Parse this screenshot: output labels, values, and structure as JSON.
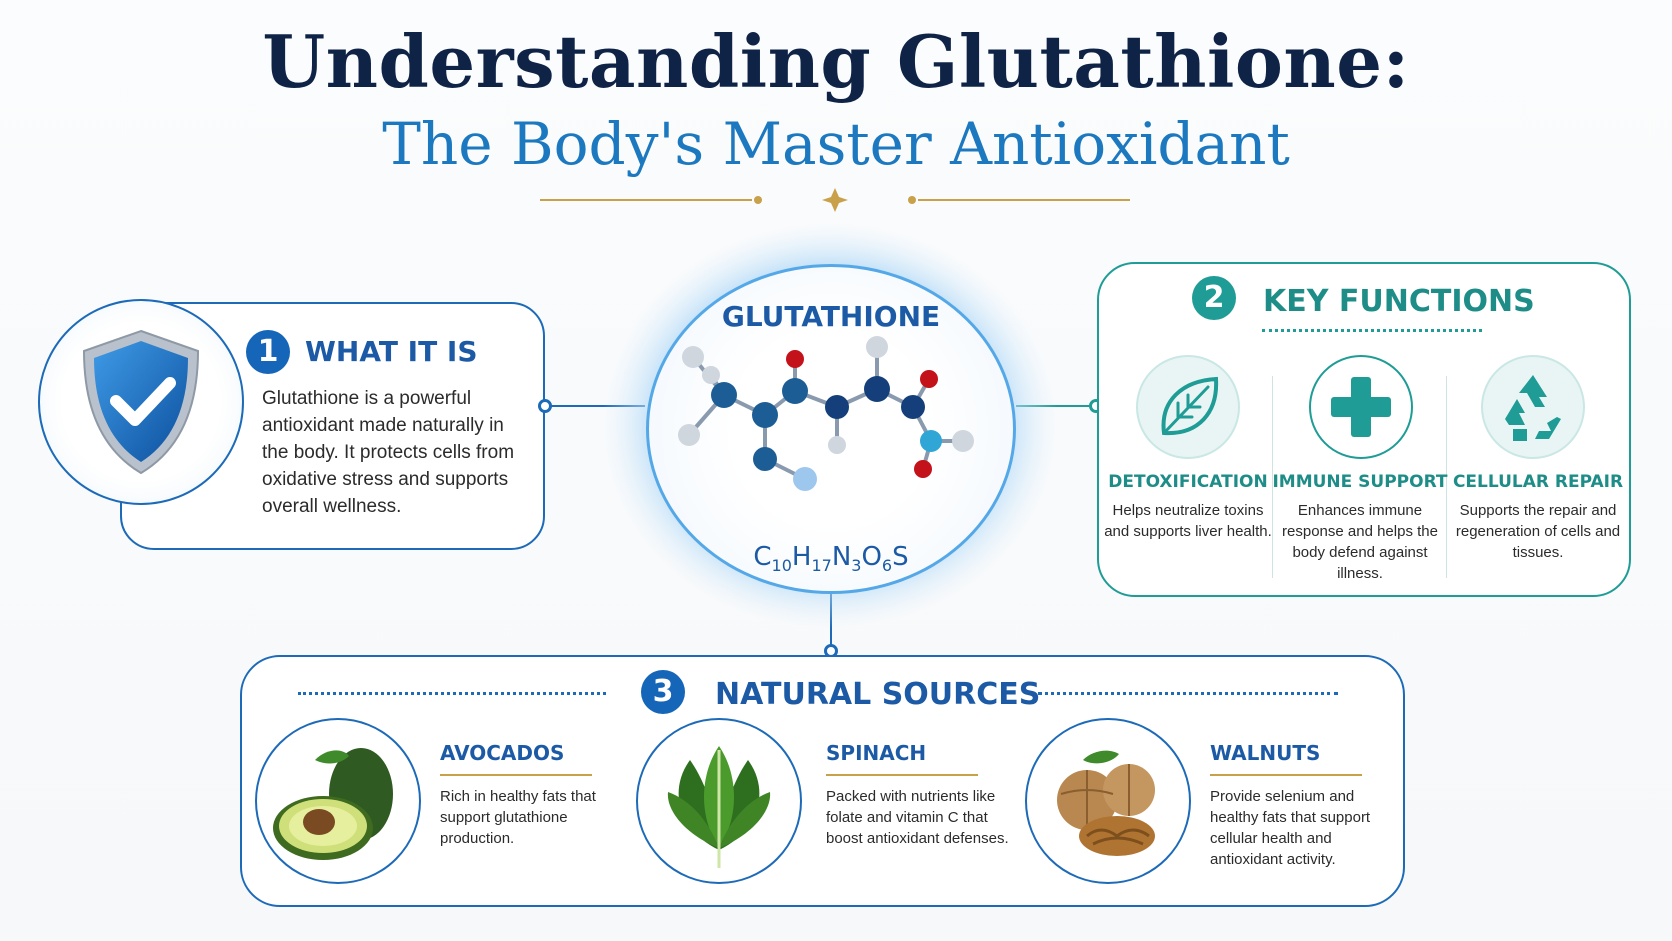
{
  "title": {
    "line1": "Understanding Glutathione:",
    "line2": "The Body's Master Antioxidant"
  },
  "what_it_is": {
    "number": "1",
    "heading": "WHAT IT IS",
    "body": "Glutathione is a powerful antioxidant made naturally in the body. It protects cells from oxidative stress and supports overall wellness."
  },
  "molecule": {
    "name": "GLUTATHIONE",
    "formula": {
      "c": "C",
      "c_n": "10",
      "h": "H",
      "h_n": "17",
      "n": "N",
      "n_n": "3",
      "o": "O",
      "o_n": "6",
      "s": "S"
    }
  },
  "key_functions": {
    "number": "2",
    "heading": "KEY FUNCTIONS",
    "items": [
      {
        "title": "DETOXIFICATION",
        "text": "Helps neutralize toxins and supports liver health.",
        "icon": "leaf-icon"
      },
      {
        "title": "IMMUNE SUPPORT",
        "text": "Enhances immune response and helps the body defend against illness.",
        "icon": "plus-icon"
      },
      {
        "title": "CELLULAR REPAIR",
        "text": "Supports the repair and regeneration of cells and tissues.",
        "icon": "recycle-icon"
      }
    ]
  },
  "natural_sources": {
    "number": "3",
    "heading": "NATURAL SOURCES",
    "items": [
      {
        "title": "AVOCADOS",
        "text": "Rich in healthy fats that support glutathione production."
      },
      {
        "title": "SPINACH",
        "text": "Packed with nutrients like folate and vitamin C that boost antioxidant defenses."
      },
      {
        "title": "WALNUTS",
        "text": "Provide selenium and healthy fats that support cellular health and antioxidant activity."
      }
    ]
  },
  "colors": {
    "navy": "#0f2347",
    "blue": "#1c79c0",
    "teal": "#1e9c95",
    "gold": "#c9a14a"
  }
}
